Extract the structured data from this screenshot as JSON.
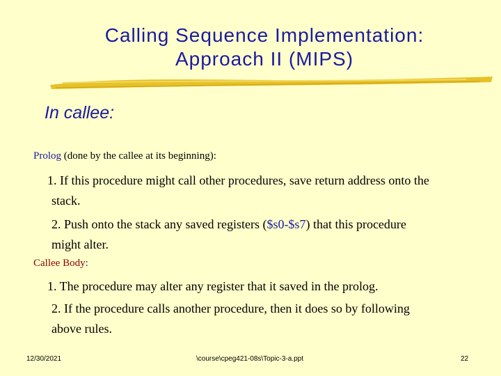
{
  "title": {
    "line1": "Calling Sequence Implementation:",
    "line2": "Approach II (MIPS)"
  },
  "subheading": "In callee:",
  "prolog": {
    "label": "Prolog",
    "paren_open": " (",
    "desc": "done by the callee at its beginning",
    "paren_close": "):"
  },
  "prolog_items": [
    {
      "line1": "1. If this procedure might call other procedures, save return address onto the",
      "line2": "stack."
    },
    {
      "line1_pre": "2. Push onto the stack any saved registers (",
      "line1_hl": "$s0-$s7",
      "line1_post": ") that this procedure",
      "line2": "might alter."
    }
  ],
  "callee_body": {
    "label": "Callee Body",
    "punct": ":"
  },
  "body_items": [
    {
      "line1": "1. The procedure may alter any register that it saved in the prolog."
    },
    {
      "line1": "2. If the procedure calls another procedure, then it does so by following",
      "line2": "above rules."
    }
  ],
  "footer": {
    "date": "12/30/2021",
    "path": "\\course\\cpeg421-08s\\Topic-3-a.ppt",
    "page": "22"
  },
  "colors": {
    "background": "#ffffcc",
    "title": "#1a1aa0",
    "brush": "#e6c229",
    "accent_red": "#cc0000"
  }
}
